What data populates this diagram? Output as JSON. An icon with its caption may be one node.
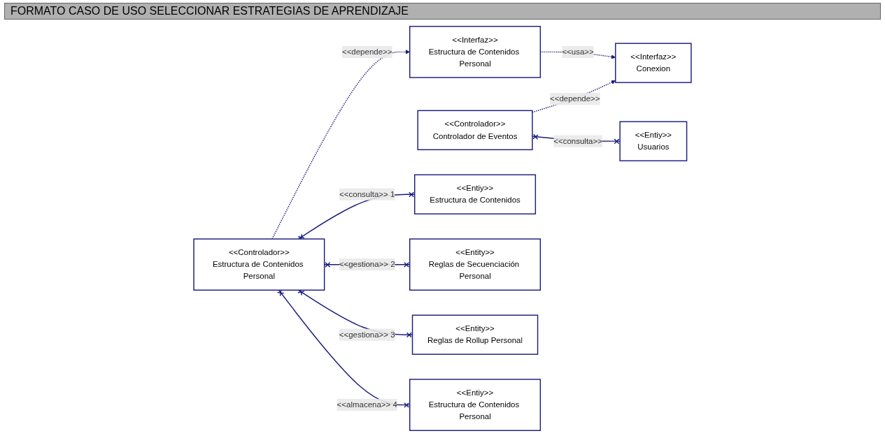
{
  "diagram": {
    "title": "FORMATO CASO DE USO SELECCIONAR ESTRATEGIAS DE APRENDIZAJE",
    "nodes": [
      {
        "text": [
          "<<Interfaz>>",
          "Conexion"
        ]
      },
      {
        "text": [
          "<<Controlador>>",
          "Controlador de Eventos"
        ]
      },
      {
        "text": [
          "<<Entiy>>",
          "Usuarios"
        ]
      },
      {
        "text": [
          "<<Entiy>>",
          "Estructura de Contenidos"
        ]
      },
      {
        "text": [
          "<<Entity>>",
          "Reglas de Secuenciación Personal"
        ]
      },
      {
        "text": [
          "<<Interfaz>>",
          "Estructura de Contenidos Personal"
        ]
      },
      {
        "text": [
          "<<Controlador>>",
          "Estructura de Contenidos Personal"
        ]
      },
      {
        "text": [
          "<<Entity>>",
          "Reglas de Rollup Personal"
        ]
      },
      {
        "text": [
          "<<Entiy>>",
          "Estructura de Contenidos Personal"
        ]
      }
    ],
    "edges": [
      {
        "from": 1,
        "to": 0,
        "arrow": "to",
        "style": "dashed",
        "label": "<<depende>>"
      },
      {
        "from": 1,
        "to": 2,
        "arrow": "other",
        "label": "<<consulta>>"
      },
      {
        "from": 5,
        "to": 0,
        "arrow": "to",
        "style": "dashed",
        "label": "<<usa>>"
      },
      {
        "from": 6,
        "to": 5,
        "arrow": "to",
        "style": "dashed",
        "label": "<<depende>>"
      },
      {
        "from": 6,
        "to": 3,
        "arrow": "other",
        "label": "<<consulta>> 1"
      },
      {
        "from": 6,
        "to": 4,
        "arrow": "other",
        "label": "<<gestiona>> 2"
      },
      {
        "from": 6,
        "to": 7,
        "arrow": "other",
        "label": "<<gestiona>> 3"
      },
      {
        "from": 6,
        "to": 8,
        "arrow": "other",
        "label": "<<almacena>> 4"
      }
    ]
  }
}
